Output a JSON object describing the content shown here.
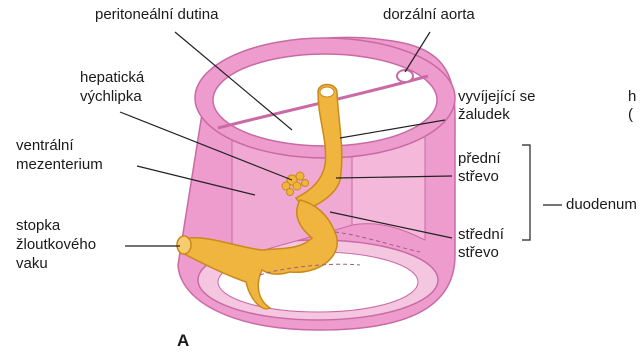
{
  "figure": {
    "panel_label": "A",
    "labels": {
      "peritoneal_cavity": "peritoneální dutina",
      "dorsal_aorta": "dorzální aorta",
      "hepatic_outgrowth_1": "hepatická",
      "hepatic_outgrowth_2": "výchlipka",
      "developing_stomach_1": "vyvíjející se",
      "developing_stomach_2": "žaludek",
      "ventral_mesentery_1": "ventrální",
      "ventral_mesentery_2": "mezenterium",
      "foregut_1": "přední",
      "foregut_2": "střevo",
      "duodenum": "duodenum",
      "yolk_stalk_1": "stopka",
      "yolk_stalk_2": "žloutkového",
      "yolk_stalk_3": "vaku",
      "midgut_1": "střední",
      "midgut_2": "střevo",
      "cut_right_1": "h",
      "cut_right_2": "("
    },
    "colors": {
      "body_wall": "#ee9ccd",
      "body_wall_dark": "#d47bb3",
      "mesentery": "#f0a9d3",
      "gut": "#f0b53e",
      "gut_outline": "#c98a1a",
      "cavity": "#ffffff",
      "leader_line": "#222222"
    }
  }
}
